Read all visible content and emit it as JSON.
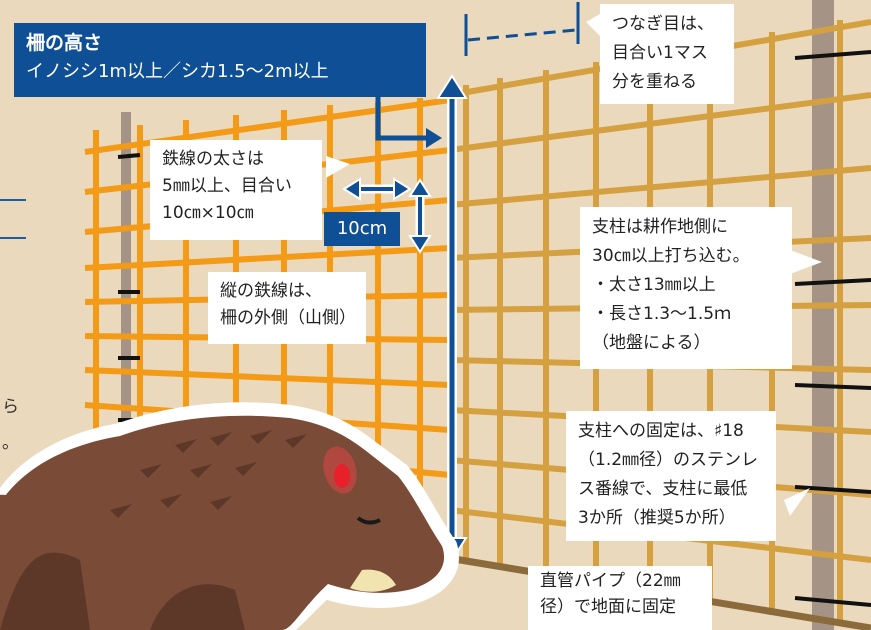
{
  "title": {
    "heading": "柵の高さ",
    "subheading": "イノシシ1m以上／シカ1.5〜2m以上"
  },
  "mesh_size_label": "10cm",
  "callouts": {
    "joint": "つなぎ目は、\n目合い1マス\n分を重ねる",
    "wire_thickness": "鉄線の太さは\n5㎜以上、目合い\n10㎝×10㎝",
    "vertical_wire": "縦の鉄線は、\n柵の外側（山側）",
    "post": "支柱は耕作地側に\n30㎝以上打ち込む。\n・太さ13㎜以上\n・長さ1.3〜1.5ｍ\n（地盤による）",
    "fixing": "支柱への固定は、♯18\n（1.2㎜径）のステンレ\nス番線で、支柱に最低\n3か所（推奨5か所）",
    "pipe": "直管パイプ（22㎜\n径）で地面に固定"
  },
  "edge_text": [
    "ら",
    "。"
  ],
  "colors": {
    "background": "#ead9bd",
    "title_blue": "#0f4f95",
    "mesh_orange": "#f39a16",
    "mesh_gold": "#d4a040",
    "post_gray": "#a59486",
    "boar_brown": "#7a4b36"
  },
  "icons": [
    "wild-boar-icon",
    "height-arrow-icon",
    "mesh-width-arrow-icon",
    "mesh-height-arrow-icon"
  ]
}
